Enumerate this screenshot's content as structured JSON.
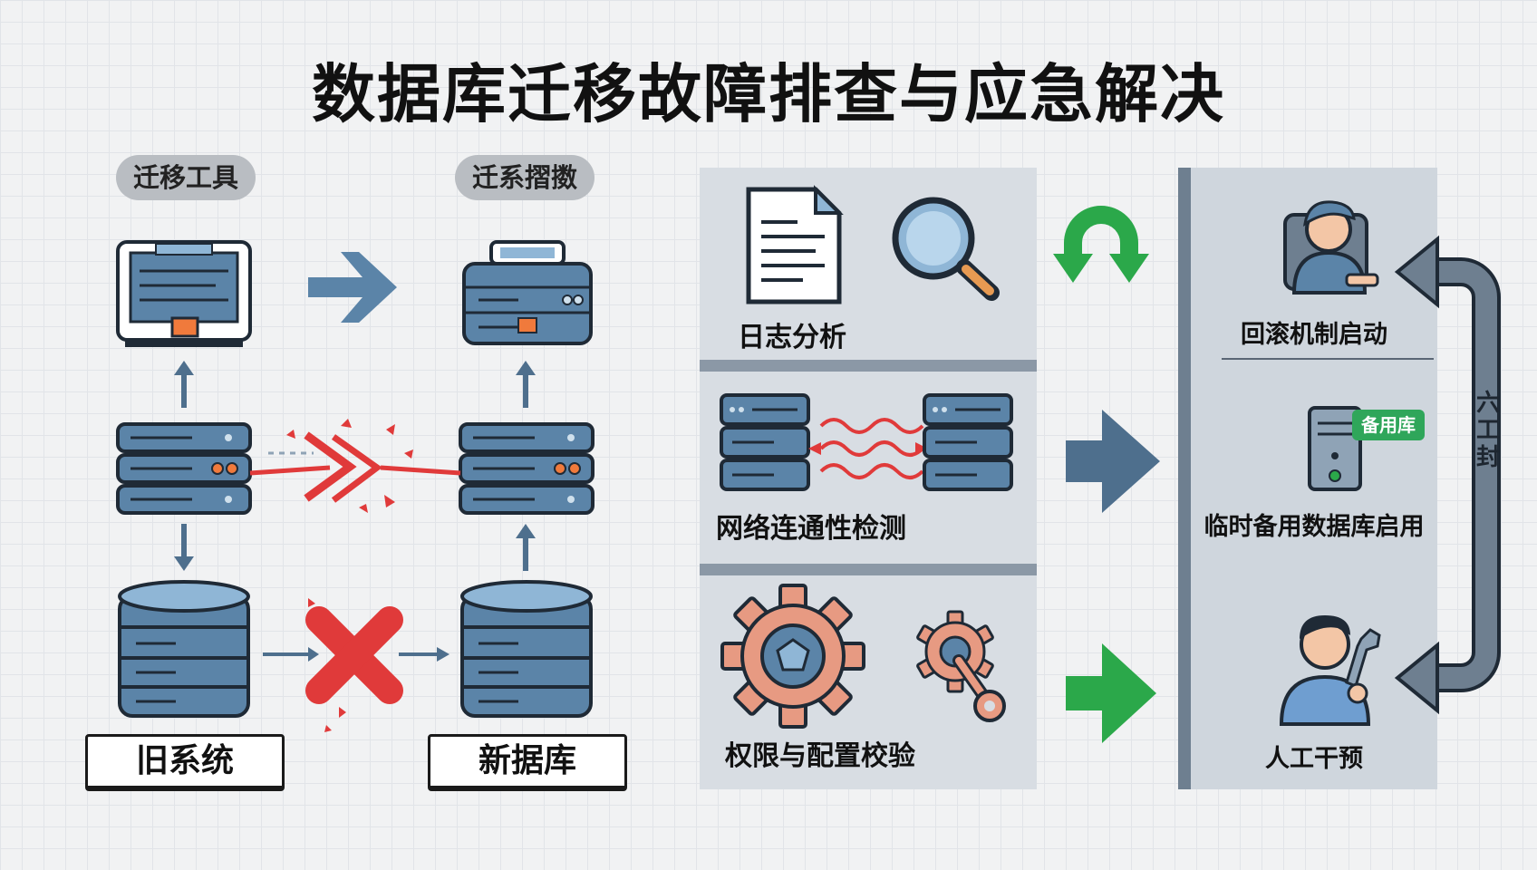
{
  "title": "数据库迁移故障排查与应急解决",
  "left": {
    "tag_tool": "迁移工具",
    "tag_sys": "迁系摺擞",
    "old_label": "旧系统",
    "new_label": "新据库"
  },
  "middle": {
    "sections": [
      {
        "label": "日志分析",
        "icons": [
          "document-icon",
          "magnifier-icon"
        ]
      },
      {
        "label": "网络连通性检测",
        "icons": [
          "server-icon",
          "server-icon"
        ]
      },
      {
        "label": "权限与配置校验",
        "icons": [
          "gear-icon",
          "gear-key-icon"
        ]
      }
    ]
  },
  "right": {
    "items": [
      {
        "label": "回滚机制启动",
        "icon": "engineer-icon"
      },
      {
        "label": "临时备用数据库启用",
        "icon": "backup-server-icon",
        "badge": "备用库"
      },
      {
        "label": "人工干预",
        "icon": "technician-icon"
      }
    ],
    "side_text": "六工封"
  },
  "colors": {
    "server_blue": "#5b84a8",
    "outline": "#1f2a36",
    "arrow_blue": "#4e6f8d",
    "arrow_green": "#2ba84a",
    "error_red": "#e03a3a",
    "gear_orange": "#e79a82"
  }
}
